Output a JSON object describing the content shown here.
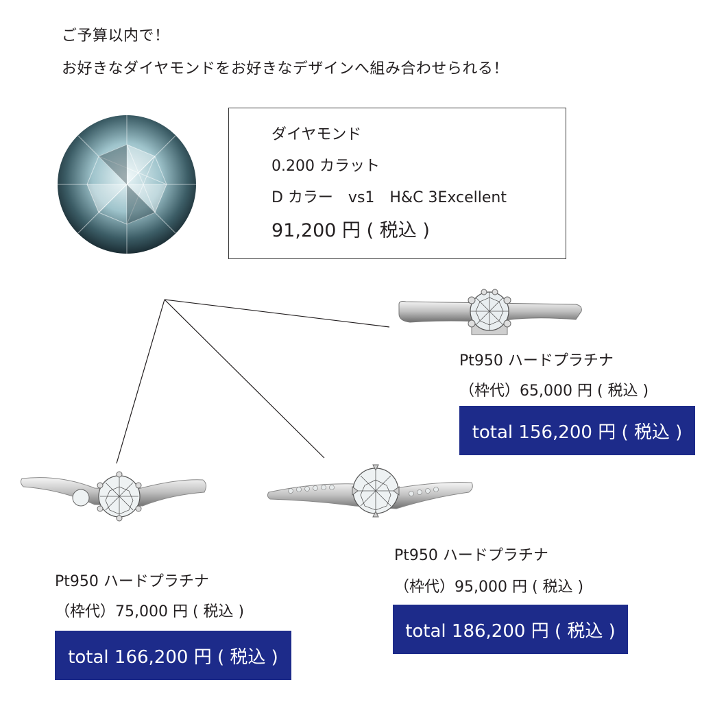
{
  "headline": {
    "line1": "ご予算以内で！",
    "line2": "お好きなダイヤモンドをお好きなデザインへ組み合わせられる！"
  },
  "diamond": {
    "title": "ダイヤモンド",
    "carat": "0.200 カラット",
    "grade": "D カラー　vs1　H&C 3Excellent",
    "price": "91,200 円 ( 税込 )"
  },
  "rings": [
    {
      "name": "Pt950 ハードプラチナ",
      "frame_price": "（枠代）65,000 円 ( 税込 )",
      "total": "total 156,200 円 ( 税込 )"
    },
    {
      "name": "Pt950 ハードプラチナ",
      "frame_price": "（枠代）75,000 円 ( 税込 )",
      "total": "total 166,200 円 ( 税込 )"
    },
    {
      "name": "Pt950 ハードプラチナ",
      "frame_price": "（枠代）95,000 円 ( 税込 )",
      "total": "total 186,200 円 ( 税込 )"
    }
  ],
  "colors": {
    "total_background": "#1d2b8a",
    "text": "#231f20"
  }
}
